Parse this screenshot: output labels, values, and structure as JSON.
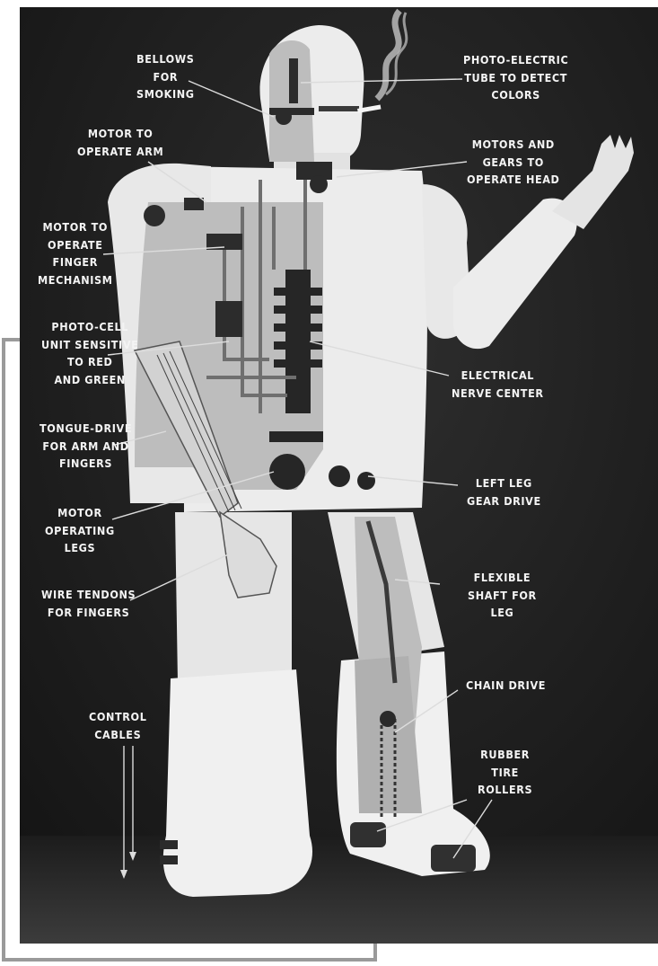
{
  "colors": {
    "background": "#1c1c1c",
    "body": "#ebebeb",
    "interior": "#bdbdbd",
    "machinery": "#2a2a2a",
    "frame_line": "#9a9a9a"
  },
  "labels": {
    "bellows": [
      "BELLOWS",
      "FOR",
      "SMOKING"
    ],
    "photo_tube": [
      "PHOTO-ELECTRIC",
      "TUBE TO DETECT",
      "COLORS"
    ],
    "motor_arm": [
      "MOTOR TO",
      "OPERATE ARM"
    ],
    "motors_head": [
      "MOTORS AND",
      "GEARS TO",
      "OPERATE HEAD"
    ],
    "motor_finger": [
      "MOTOR TO",
      "OPERATE",
      "FINGER",
      "MECHANISM"
    ],
    "photo_cell": [
      "PHOTO-CELL",
      "UNIT SENSITIVE",
      "TO RED",
      "AND GREEN"
    ],
    "nerve_center": [
      "ELECTRICAL",
      "NERVE CENTER"
    ],
    "tongue_drive": [
      "TONGUE-DRIVE",
      "FOR ARM AND",
      "FINGERS"
    ],
    "left_leg_gear": [
      "LEFT LEG",
      "GEAR DRIVE"
    ],
    "motor_legs": [
      "MOTOR",
      "OPERATING",
      "LEGS"
    ],
    "flexible_shaft": [
      "FLEXIBLE",
      "SHAFT FOR",
      "LEG"
    ],
    "wire_tendons": [
      "WIRE TENDONS",
      "FOR FINGERS"
    ],
    "chain_drive": [
      "CHAIN DRIVE"
    ],
    "control_cables": [
      "CONTROL",
      "CABLES"
    ],
    "rubber_rollers": [
      "RUBBER",
      "TIRE",
      "ROLLERS"
    ]
  }
}
